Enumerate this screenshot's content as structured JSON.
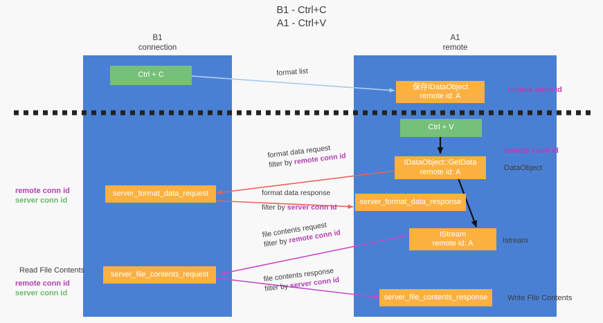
{
  "title": {
    "line1": "B1 - Ctrl+C",
    "line2": "A1 - Ctrl+V"
  },
  "columns": [
    {
      "name": "B1",
      "role": "connection"
    },
    {
      "name": "A1",
      "role": "remote"
    }
  ],
  "boxes": {
    "ctrl_c": "Ctrl + C",
    "ctrl_v": "Ctrl + V",
    "idataobject_title": "保存IDataObject",
    "idataobject_sub": "remote id: A",
    "getdata_title": "IDataObject::GetData",
    "getdata_sub": "remote id: A",
    "istream_title": "IStream",
    "istream_sub": "remote id: A",
    "server_format_data_request": "server_format_data_request",
    "server_format_data_response": "server_format_data_response",
    "server_file_contents_request": "server_file_contents_request",
    "server_file_contents_response": "server_file_contents_response"
  },
  "edges": {
    "format_list": "format list",
    "format_data_request": "format data request",
    "format_data_request_filter_prefix": "filter by ",
    "format_data_request_filter_key": "remote conn id",
    "format_data_response": "format data response",
    "format_data_response_filter_prefix": "filter by ",
    "format_data_response_filter_key": "server conn id",
    "file_contents_request": "file contents request",
    "file_contents_request_filter_prefix": "filter by ",
    "file_contents_request_filter_key": "remote conn id",
    "file_contents_response": "file contents response",
    "file_contents_response_filter_prefix": "filter by ",
    "file_contents_response_filter_key": "server conn id"
  },
  "annotations": {
    "right_remote_conn_id_top": "remote conn id",
    "right_remote_conn_id_mid": "remote conn id",
    "right_dataobject": "DataObject",
    "right_istream": "Istream",
    "right_write_file_contents": "Write File Contents",
    "left_read_file_contents": "Read File Contents",
    "left_remote_conn_id_mid": "remote conn id",
    "left_server_conn_id_mid": "server conn id",
    "left_remote_conn_id_bottom": "remote conn id",
    "left_server_conn_id_bottom": "server conn id"
  },
  "colors": {
    "lane": "#4a80d4",
    "green_box": "#76c07a",
    "orange_box": "#fbb040",
    "purple_text": "#b23fb2",
    "green_text": "#6aba6a",
    "arrow_light_blue": "#a8cdf0",
    "arrow_red": "#e8625a",
    "arrow_magenta": "#c848c8",
    "arrow_black": "#111111",
    "background": "#f8f8f8"
  }
}
